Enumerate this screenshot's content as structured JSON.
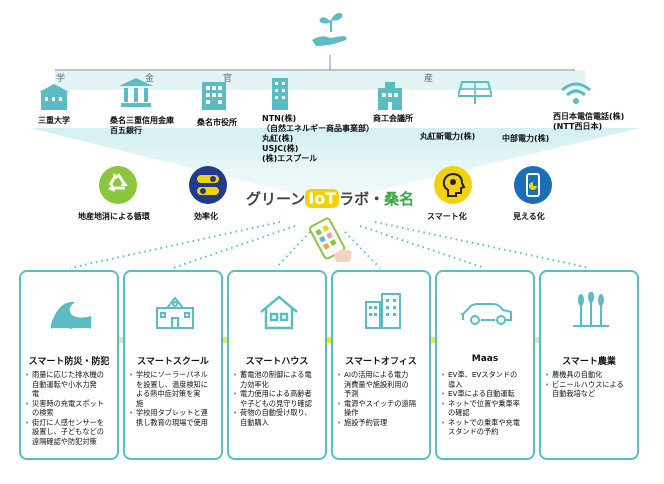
{
  "sectors": [
    "学",
    "金",
    "官",
    "産"
  ],
  "organizations": [
    {
      "lines": [
        "三重大学"
      ]
    },
    {
      "lines": [
        "桑名三重信用金庫",
        "百五銀行"
      ]
    },
    {
      "lines": [
        "桑名市役所"
      ]
    },
    {
      "lines": [
        "NTN(株)",
        "（自然エネルギー商品事業部）",
        "丸紅(株)",
        "USJC(株)",
        "(株)エスプール"
      ]
    },
    {
      "lines": [
        "商工会議所"
      ]
    },
    {
      "lines": [
        "丸紅新電力(株)"
      ]
    },
    {
      "lines": [
        "中部電力(株)"
      ]
    },
    {
      "lines": [
        "西日本電信電話(株)",
        "(NTT西日本)"
      ]
    }
  ],
  "benefits": [
    "地産地消による循環",
    "効率化",
    "スマート化",
    "見える化"
  ],
  "logo": {
    "part1": "グリーン",
    "iot": "IoT",
    "part2": "ラボ・",
    "part3": "桑名"
  },
  "colors": {
    "teal": "#5bbcc4",
    "green": "#8cc63f",
    "yellow": "#f2d20f",
    "blue": "#1b6fb8",
    "navy": "#1f3a8f"
  },
  "cards": [
    {
      "title": "スマート防災・防犯",
      "icon": "wave-icon",
      "items": [
        "雨量に応じた排水機の\n自動運転や小水力発\n電",
        "災害時の充電スポット\nの検索",
        "街灯に人感センサーを\n設置し、子どもなどの\n遠隔確認や防犯対策"
      ]
    },
    {
      "title": "スマートスクール",
      "icon": "school-icon",
      "items": [
        "学校にソーラーパネル\nを設置し、温度検知に\nよる熱中症対策を実\n施",
        "学校用タブレットと連\n携し教育の現場で使用"
      ]
    },
    {
      "title": "スマートハウス",
      "icon": "house-icon",
      "items": [
        "蓄電池の制御による電\n力効率化",
        "電力使用による高齢者\nや子どもの見守り確認",
        "荷物の自動受け取り、\n自動購入"
      ]
    },
    {
      "title": "スマートオフィス",
      "icon": "office-icon",
      "items": [
        "AIの活用による電力\n消費量や施設利用の\n予測",
        "電源やスイッチの遠隔\n操作",
        "施設予約管理"
      ]
    },
    {
      "title": "Maas",
      "icon": "ev-car-icon",
      "items": [
        "EV車、EVスタンドの\n導入",
        "EV車による自動運転",
        "ネットで位置や乗車率\nの確認",
        "ネットでの乗車や充電\nスタンドの予約"
      ]
    },
    {
      "title": "スマート農業",
      "icon": "wheat-icon",
      "items": [
        "農機具の自動化",
        "ビニールハウスによる\n自動栽培など"
      ]
    }
  ]
}
